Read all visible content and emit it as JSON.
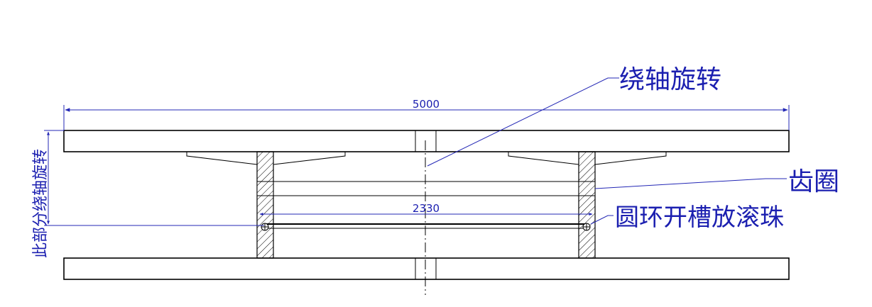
{
  "dimensions": {
    "overall_width": "5000",
    "ring_diameter": "2330"
  },
  "annotations": {
    "rotate_about_axis": "绕轴旋转",
    "gear_ring": "齿圈",
    "ring_groove_balls": "圆环开槽放滚珠",
    "part_rotates_about_axis": "此部分绕轴旋转"
  },
  "colors": {
    "line": "#000000",
    "annotation": "#1b1fb0"
  }
}
